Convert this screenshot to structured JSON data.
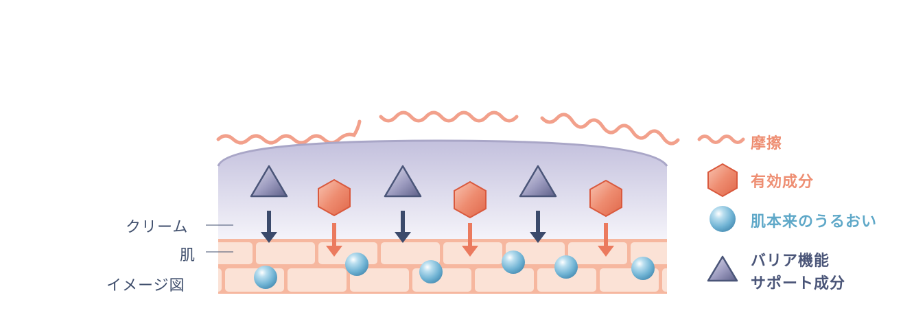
{
  "labels": {
    "cream": "クリーム",
    "skin": "肌",
    "image": "イメージ図"
  },
  "legend": {
    "friction": "摩擦",
    "active": "有効成分",
    "moisture": "肌本来のうるおい",
    "barrier_line1": "バリア機能",
    "barrier_line2": "サポート成分"
  },
  "colors": {
    "friction": "#f0a08c",
    "active": "#e8795f",
    "moisture": "#5fa8c8",
    "barrier_text": "#4a5578",
    "label_text": "#3f4e6c",
    "arrow_dark": "#3b4a6b",
    "arrow_salmon": "#eb7a5e",
    "skin_cell": "#fbe2d6",
    "skin_line": "#f1a489",
    "cream_top": "#c9c6e0",
    "cream_bottom": "#f3f2f9"
  },
  "icons": {
    "friction": "wavy-line-icon",
    "active": "hexagon-icon",
    "moisture": "sphere-icon",
    "barrier": "triangle-icon"
  }
}
